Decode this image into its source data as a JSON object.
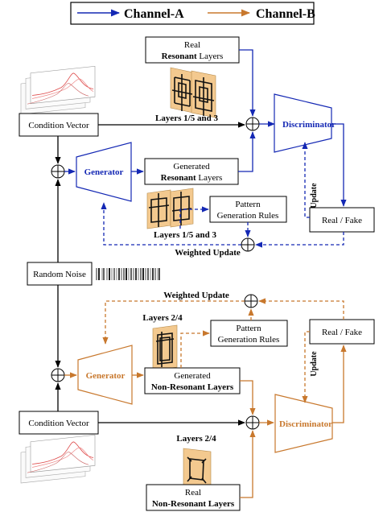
{
  "colors": {
    "channel_a": "#1428b4",
    "channel_b": "#c8782d",
    "resonator_fill": "#f3c98f"
  },
  "legend": {
    "channel_a": "Channel-A",
    "channel_b": "Channel-B"
  },
  "channel_a": {
    "real_line1": "Real",
    "real_bold": "Resonant",
    "real_rest": " Layers",
    "condition_vector": "Condition Vector",
    "layers_label": "Layers 1/5 and 3",
    "discriminator": "Discriminator",
    "generator": "Generator",
    "generated_line1": "Generated",
    "generated_bold": "Resonant",
    "generated_rest": " Layers",
    "update": "Update",
    "pattern_line1": "Pattern",
    "pattern_line2": "Generation Rules",
    "layers_label_2": "Layers 1/5 and 3",
    "real_fake": "Real / Fake",
    "weighted_update": "Weighted Update"
  },
  "shared": {
    "random_noise": "Random Noise"
  },
  "channel_b": {
    "weighted_update": "Weighted Update",
    "layers_label": "Layers 2/4",
    "pattern_line1": "Pattern",
    "pattern_line2": "Generation Rules",
    "real_fake": "Real / Fake",
    "generator": "Generator",
    "generated_line1": "Generated",
    "generated_bold": "Non-Resonant Layers",
    "update": "Update",
    "condition_vector": "Condition Vector",
    "discriminator": "Discriminator",
    "layers_label_2": "Layers 2/4",
    "real_line1": "Real",
    "real_bold": "Non-Resonant Layers"
  }
}
